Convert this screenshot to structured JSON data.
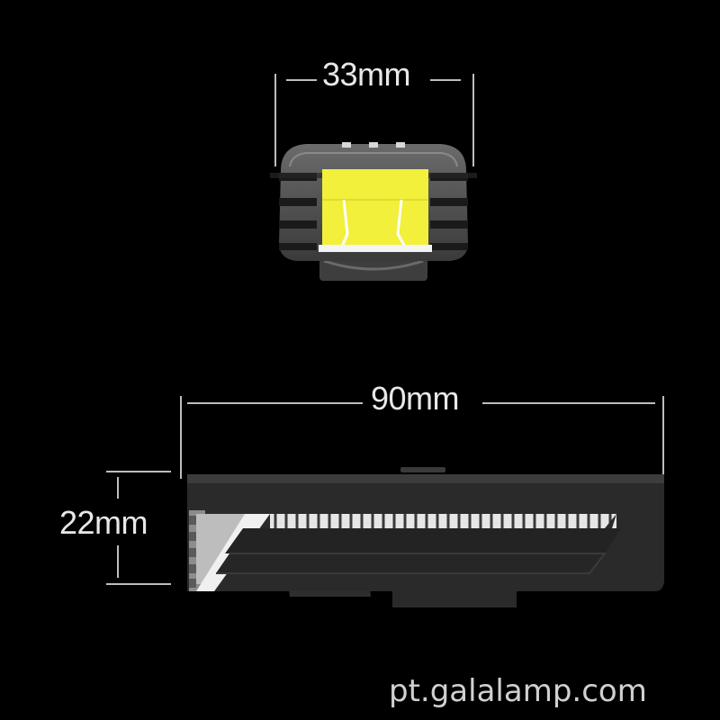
{
  "image": {
    "description": "Product dimension diagram of a bicycle headlight",
    "background_color": "#000000"
  },
  "front_view": {
    "width_label": "33mm",
    "lens_color": "#f2f03a",
    "housing_color": "#5a5a5a"
  },
  "side_view": {
    "length_label": "90mm",
    "height_label": "22mm",
    "body_color": "#2a2a2a",
    "led_strip_color": "#e6e6e6"
  },
  "watermark": {
    "text": "pt.galalamp.com"
  }
}
